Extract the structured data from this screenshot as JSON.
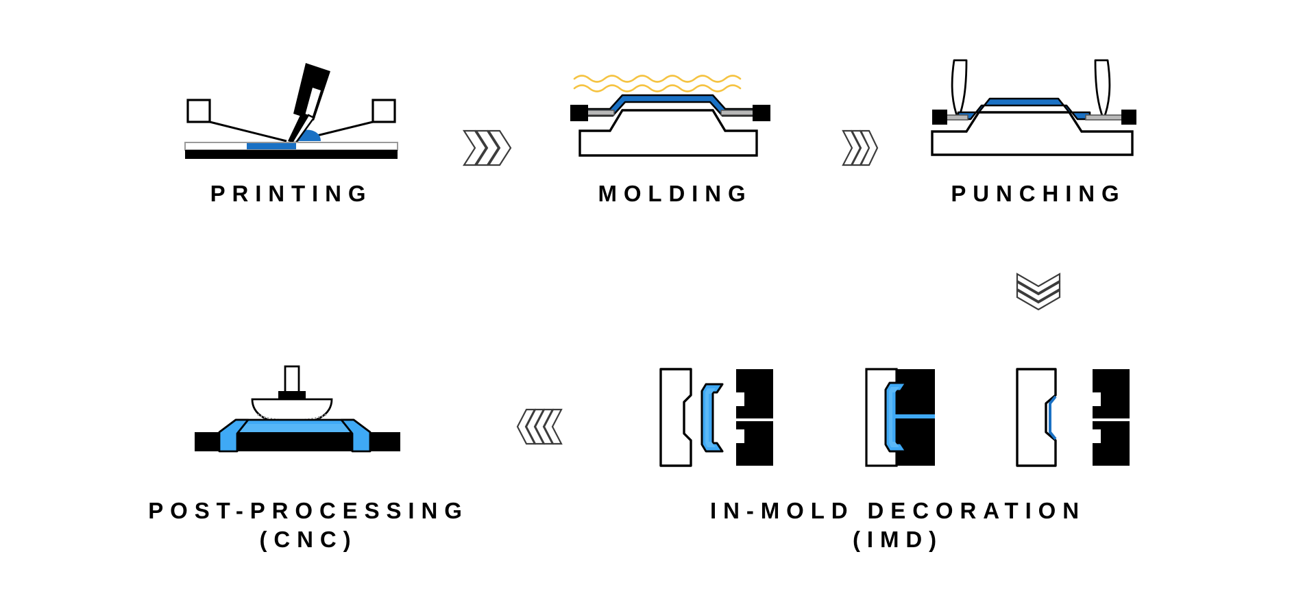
{
  "diagram": {
    "title_text_present": false,
    "background_color": "#ffffff",
    "colors": {
      "ink": "#000000",
      "film_blue": "#1a71c4",
      "part_blue": "#3fa9f5",
      "heat_yellow": "#f5c342",
      "metal_gray": "#b3b3b3",
      "white": "#ffffff"
    },
    "row1": {
      "steps": [
        {
          "id": "printing",
          "label": "PRINTING",
          "icon": "screen-printing-squeegee-icon",
          "description_parts": [
            "squeegee",
            "ink-blob",
            "blue-printed-ink",
            "substrate-sheet",
            "frame-ends"
          ]
        },
        {
          "id": "molding",
          "label": "MOLDING",
          "icon": "thermoforming-mold-icon",
          "description_parts": [
            "heat-waves",
            "blue-formed-film",
            "mold-block",
            "clamps"
          ]
        },
        {
          "id": "punching",
          "label": "PUNCHING",
          "icon": "punch-blades-icon",
          "description_parts": [
            "cutting-blades",
            "blue-formed-film",
            "mold-block",
            "clamps"
          ]
        }
      ],
      "arrows": [
        {
          "id": "arrow-printing-to-molding",
          "direction": "right",
          "chevron_count": 3
        },
        {
          "id": "arrow-molding-to-punching",
          "direction": "right",
          "chevron_count": 3
        }
      ]
    },
    "connector": {
      "id": "arrow-punching-to-imd",
      "direction": "down",
      "chevron_count": 3
    },
    "row2": {
      "steps": [
        {
          "id": "post-processing",
          "label": "POST-PROCESSING\n(CNC)",
          "label_line1": "POST-PROCESSING",
          "label_line2": "(CNC)",
          "icon": "cnc-milling-icon",
          "description_parts": [
            "milling-spindle",
            "cutter-head",
            "blue-molded-part",
            "machine-bed"
          ]
        },
        {
          "id": "in-mold-decoration",
          "label": "IN-MOLD DECORATION\n(IMD)",
          "label_line1": "IN-MOLD DECORATION",
          "label_line2": "(IMD)",
          "icon": "imd-mold-stages-icon",
          "substages": [
            {
              "id": "imd-stage-1",
              "name": "mold-open-film-inserted"
            },
            {
              "id": "imd-stage-2",
              "name": "mold-closed-injection"
            },
            {
              "id": "imd-stage-3",
              "name": "mold-open-part-ejected"
            }
          ]
        }
      ],
      "arrows": [
        {
          "id": "arrow-imd-to-post-processing",
          "direction": "left",
          "chevron_count": 4
        }
      ]
    }
  }
}
